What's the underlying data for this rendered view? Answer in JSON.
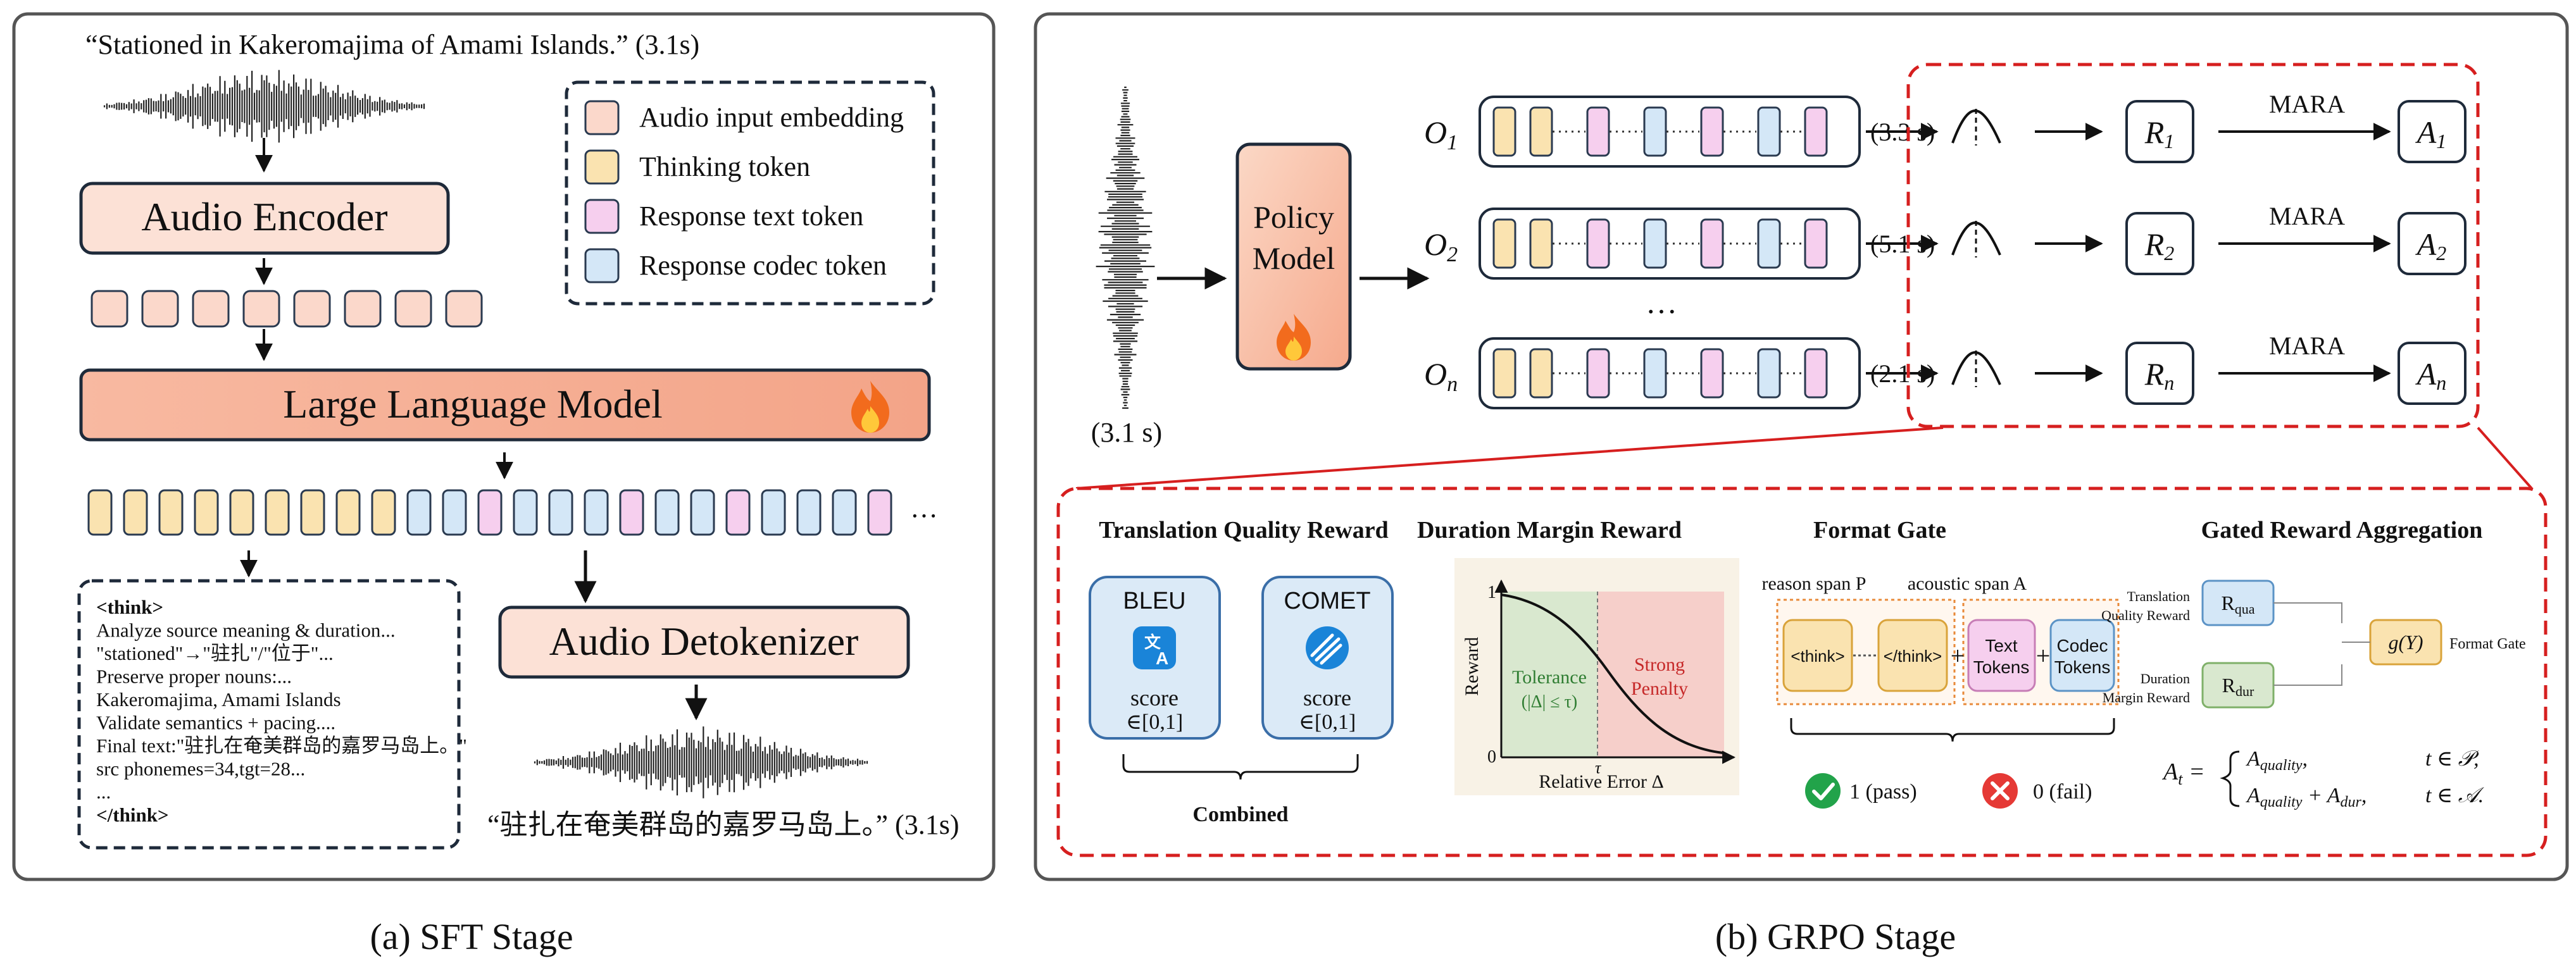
{
  "sft": {
    "caption": "(a) SFT Stage",
    "input_quote": "“Stationed in Kakeromajima of Amami Islands.” (3.1s)",
    "audio_encoder": "Audio Encoder",
    "llm": "Large Language Model",
    "detokenizer": "Audio Detokenizer",
    "output_quote": "“驻扎在奄美群岛的嘉罗马岛上。” (3.1s)",
    "ellipsis": "···",
    "legend": [
      {
        "label": "Audio input embedding",
        "color": "#fbd8cb"
      },
      {
        "label": "Thinking token",
        "color": "#fae3b0"
      },
      {
        "label": "Response text token",
        "color": "#f6cfee"
      },
      {
        "label": "Response codec token",
        "color": "#d4e7f7"
      }
    ],
    "think_lines": [
      "<think>",
      "Analyze source meaning & duration...",
      "\"stationed\"→\"驻扎\"/\"位于\"...",
      "Preserve proper nouns:...",
      "Kakeromajima, Amami Islands",
      "Validate semantics + pacing....",
      "Final text:\"驻扎在奄美群岛的嘉罗马岛上。\"",
      "src phonemes=34,tgt=28...",
      "...",
      "</think>"
    ]
  },
  "grpo": {
    "caption": "(b) GRPO Stage",
    "input_duration": "(3.1 s)",
    "policy_model": [
      "Policy",
      "Model"
    ],
    "vertical_dots": "…",
    "mara_label": "MARA",
    "rollouts": [
      {
        "o": "O",
        "sub": "1",
        "duration": "(3.3 s)",
        "r": "R",
        "a": "A",
        "idx": "1"
      },
      {
        "o": "O",
        "sub": "2",
        "duration": "(5.1 s)",
        "r": "R",
        "a": "A",
        "idx": "2"
      },
      {
        "o": "O",
        "sub": "n",
        "duration": "(2.1 s)",
        "r": "R",
        "a": "A",
        "idx": "n"
      }
    ],
    "translation_quality": {
      "title": "Translation Quality Reward",
      "bleu": "BLEU",
      "comet": "COMET",
      "score": "score",
      "range": "∈[0,1]",
      "combined": "Combined"
    },
    "duration_margin": {
      "title": "Duration Margin Reward",
      "ylabel": "Reward",
      "xlabel": "Relative Error Δ",
      "tolerance": "Tolerance",
      "tolerance_cond": "(|Δ| ≤ τ)",
      "penalty": [
        "Strong",
        "Penalty"
      ],
      "tau": "τ",
      "y_top": "1",
      "y_bottom": "0"
    },
    "format_gate": {
      "title": "Format Gate",
      "reason_span": "reason span P",
      "acoustic_span": "acoustic span A",
      "think_open": "<think>",
      "think_close": "</think>",
      "text_tokens": [
        "Text",
        "Tokens"
      ],
      "codec_tokens": [
        "Codec",
        "Tokens"
      ],
      "pass": "1 (pass)",
      "fail": "0 (fail)"
    },
    "aggregation": {
      "title": "Gated Reward Aggregation",
      "translation_label": [
        "Translation",
        "Quality Reward"
      ],
      "duration_label": [
        "Duration",
        "Margin Reward"
      ],
      "r_qua": "R",
      "r_qua_sub": "qua",
      "r_dur": "R",
      "r_dur_sub": "dur",
      "gate_fn": "g(Y)",
      "gate_label": "Format Gate",
      "formula_lhs": "A",
      "formula_lhs_sub": "t",
      "case1": "A",
      "case1_sub": "quality",
      "case1_cond": "t ∈ 𝒫,",
      "case2": "A",
      "case2_sub": "quality",
      "case2_plus": " + A",
      "case2_sub2": "dur",
      "case2_cond": "t ∈ 𝒜."
    }
  }
}
